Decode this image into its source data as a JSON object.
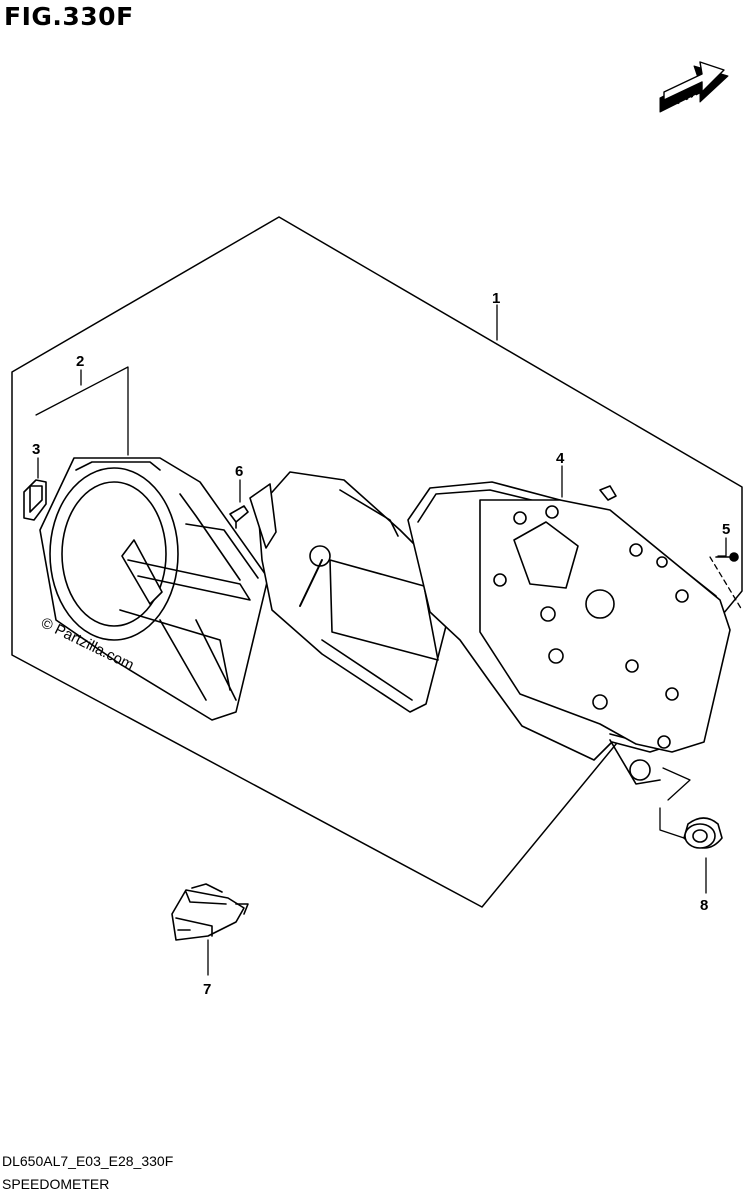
{
  "figure": {
    "title": "FIG.330F",
    "direction_badge": "FWD"
  },
  "callouts": [
    {
      "id": "1",
      "label": "1"
    },
    {
      "id": "2",
      "label": "2"
    },
    {
      "id": "3",
      "label": "3"
    },
    {
      "id": "4",
      "label": "4"
    },
    {
      "id": "5",
      "label": "5"
    },
    {
      "id": "6",
      "label": "6"
    },
    {
      "id": "7",
      "label": "7"
    },
    {
      "id": "8",
      "label": "8"
    }
  ],
  "watermark": "© Partzilla.com",
  "footer": {
    "code": "DL650AL7_E03_E28_330F",
    "name": "SPEEDOMETER"
  }
}
